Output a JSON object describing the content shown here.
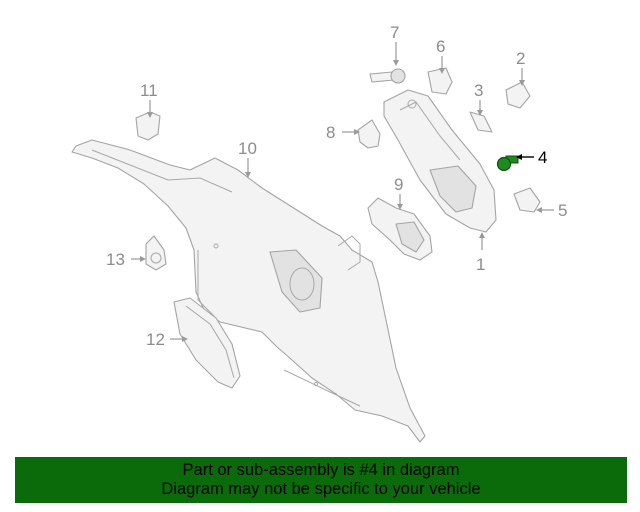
{
  "callouts": {
    "c1": "1",
    "c2": "2",
    "c3": "3",
    "c4": "4",
    "c5": "5",
    "c6": "6",
    "c7": "7",
    "c8": "8",
    "c9": "9",
    "c10": "10",
    "c11": "11",
    "c12": "12",
    "c13": "13"
  },
  "highlighted_part": "4",
  "colors": {
    "highlight_part": "#1f8a1f",
    "banner_background": "#0b6b0b",
    "line_art": "#a4a4a4"
  },
  "banner": {
    "line1": "Part or sub-assembly is #4 in diagram",
    "line2": "Diagram may not be specific to your vehicle"
  }
}
